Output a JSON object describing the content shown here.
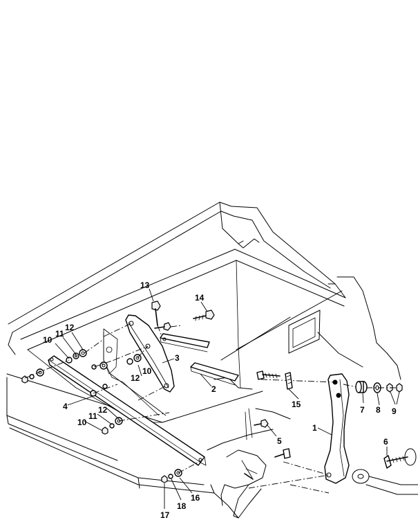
{
  "callouts": [
    {
      "id": "c1",
      "label": "1"
    },
    {
      "id": "c2",
      "label": "2"
    },
    {
      "id": "c3",
      "label": "3"
    },
    {
      "id": "c4",
      "label": "4"
    },
    {
      "id": "c5",
      "label": "5"
    },
    {
      "id": "c6",
      "label": "6"
    },
    {
      "id": "c7",
      "label": "7"
    },
    {
      "id": "c8",
      "label": "8"
    },
    {
      "id": "c9",
      "label": "9"
    },
    {
      "id": "c10a",
      "label": "10"
    },
    {
      "id": "c10b",
      "label": "10"
    },
    {
      "id": "c10c",
      "label": "10"
    },
    {
      "id": "c11a",
      "label": "11"
    },
    {
      "id": "c11b",
      "label": "11"
    },
    {
      "id": "c12a",
      "label": "12"
    },
    {
      "id": "c12b",
      "label": "12"
    },
    {
      "id": "c12c",
      "label": "12"
    },
    {
      "id": "c13",
      "label": "13"
    },
    {
      "id": "c14",
      "label": "14"
    },
    {
      "id": "c15",
      "label": "15"
    },
    {
      "id": "c16",
      "label": "16"
    },
    {
      "id": "c17",
      "label": "17"
    },
    {
      "id": "c18",
      "label": "18"
    }
  ]
}
